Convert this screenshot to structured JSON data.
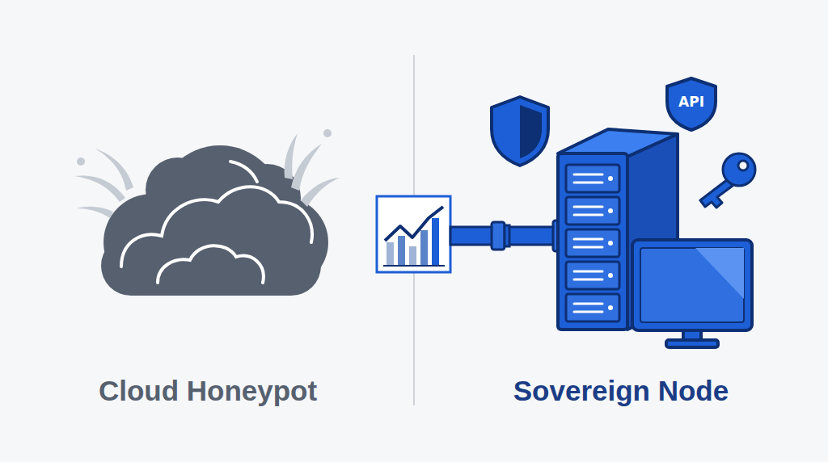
{
  "diagram": {
    "nodes": [
      {
        "text": [
          "API"
        ]
      }
    ],
    "labels": [
      "Cloud Honeypot",
      "Sovereign Node"
    ]
  }
}
